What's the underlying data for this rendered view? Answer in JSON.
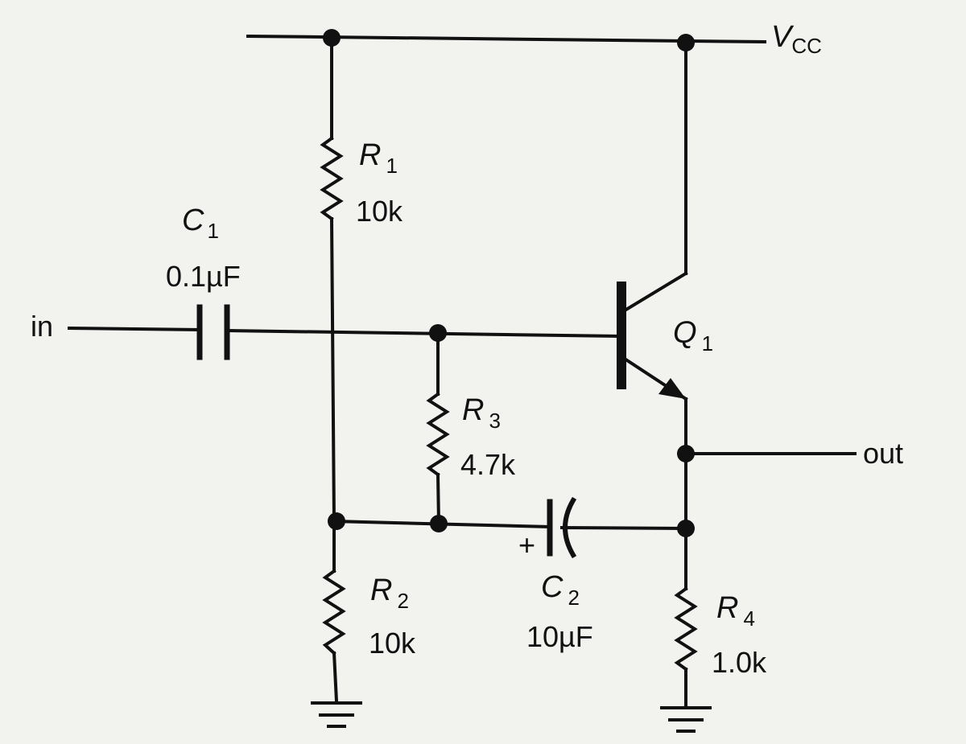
{
  "components": {
    "r1": {
      "symbol": "R",
      "subscript": "1",
      "value": "10k"
    },
    "r2": {
      "symbol": "R",
      "subscript": "2",
      "value": "10k"
    },
    "r3": {
      "symbol": "R",
      "subscript": "3",
      "value": "4.7k"
    },
    "r4": {
      "symbol": "R",
      "subscript": "4",
      "value": "1.0k"
    },
    "c1": {
      "symbol": "C",
      "subscript": "1",
      "value": "0.1µF"
    },
    "c2": {
      "symbol": "C",
      "subscript": "2",
      "value": "10µF",
      "polarity": "+"
    },
    "q1": {
      "symbol": "Q",
      "subscript": "1"
    }
  },
  "terminals": {
    "vcc": {
      "symbol": "V",
      "subscript": "CC"
    },
    "input": "in",
    "output": "out"
  },
  "colors": {
    "ink": "#111111",
    "paper": "#f2f2ef"
  }
}
